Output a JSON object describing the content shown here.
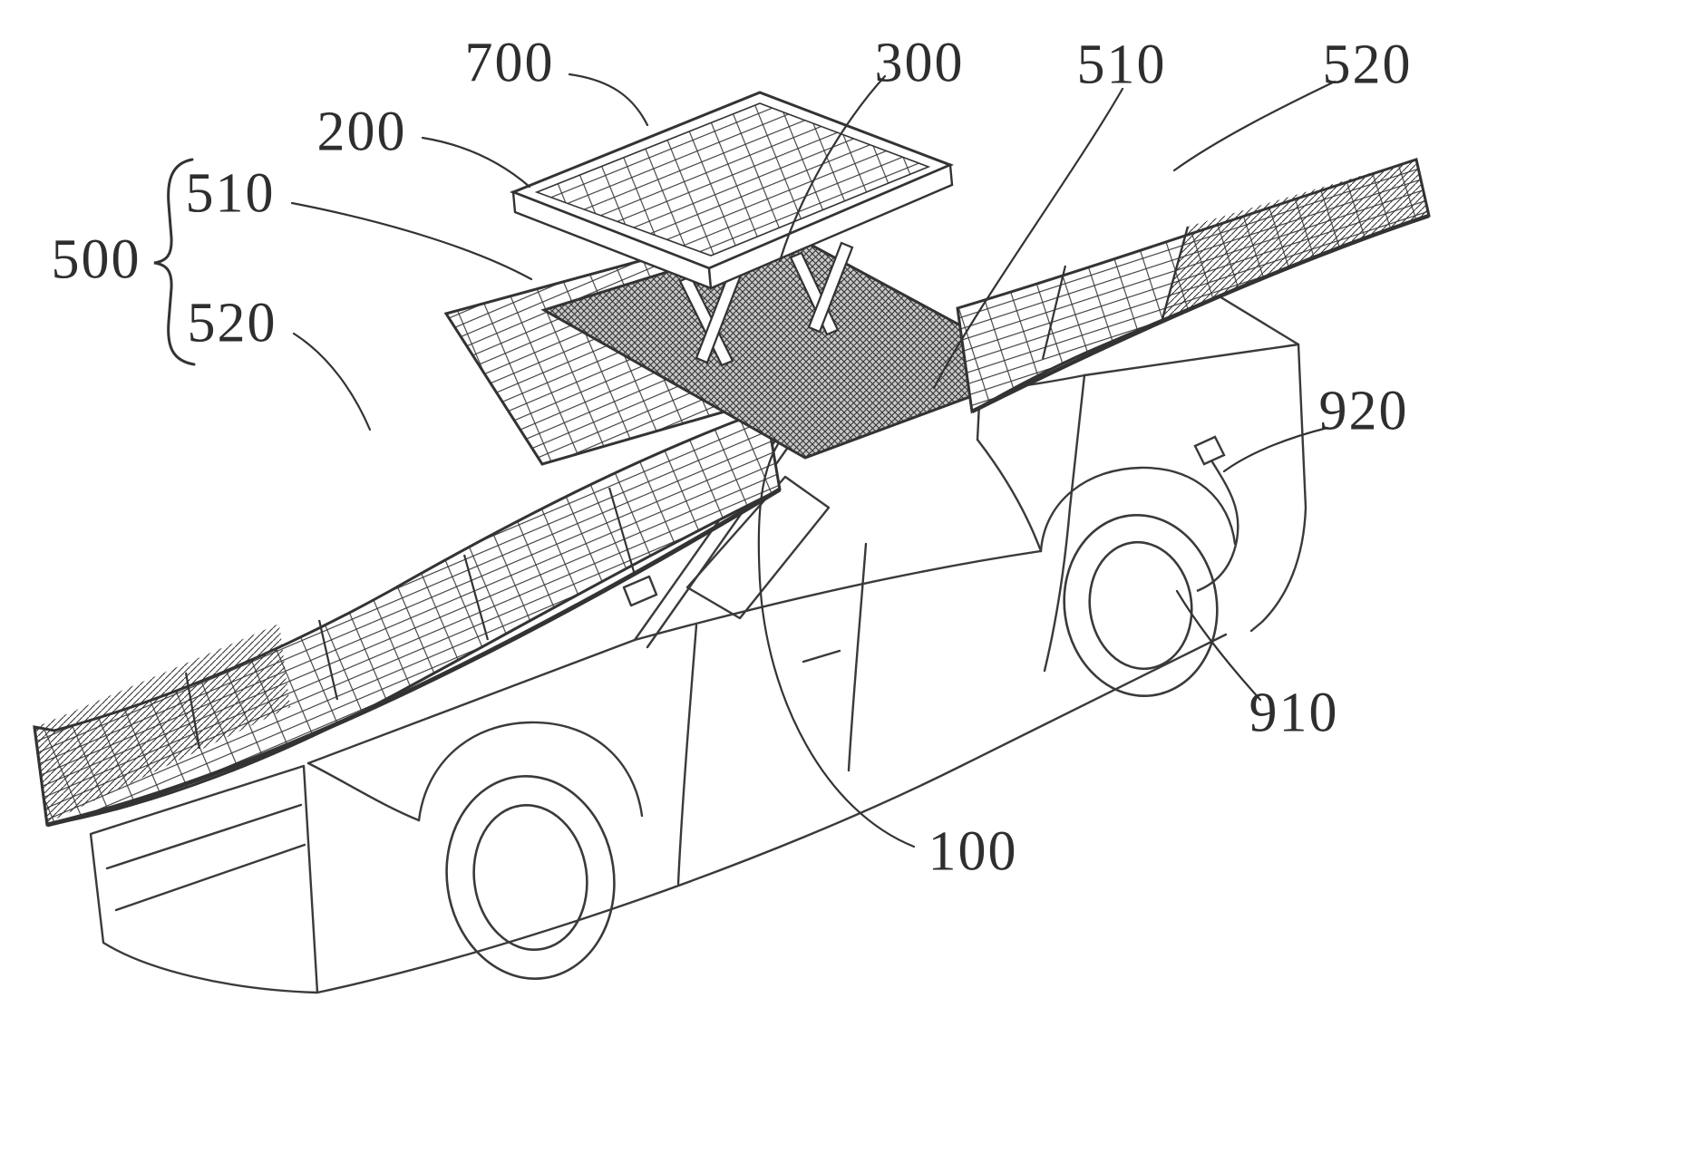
{
  "figure": {
    "type": "patent-line-drawing",
    "subject": "Vehicle with deployable roof solar panel assembly",
    "background_color": "#ffffff",
    "line_color": "#3a3a3a"
  },
  "labels": {
    "ref700": "700",
    "ref200": "200",
    "ref300": "300",
    "ref510_right": "510",
    "ref520_right": "520",
    "ref500": "500",
    "ref510_left": "510",
    "ref520_left": "520",
    "ref920": "920",
    "ref910": "910",
    "ref100": "100"
  }
}
